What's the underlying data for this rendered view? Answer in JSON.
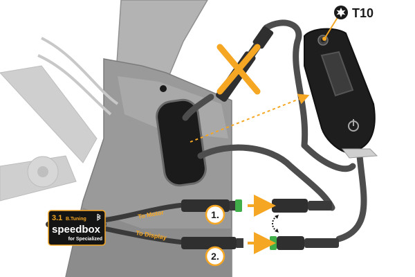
{
  "tool": {
    "label": "T10",
    "icon": "torx-star-icon"
  },
  "device": {
    "version": "3.1",
    "tuning": "B.Tuning",
    "brand": "speedbox",
    "subtitle": "for Specialized",
    "accent": "#f5a623"
  },
  "cables": {
    "motor_label": "To Motor",
    "display_label": "To Display"
  },
  "steps": [
    {
      "number": "1."
    },
    {
      "number": "2."
    }
  ],
  "colors": {
    "frame": "#9a9a9a",
    "frame_light": "#c4c4c4",
    "cable": "#4d4d4d",
    "connector": "#2f2f2f",
    "green_ring": "#3fae49",
    "orange": "#f5a623",
    "display": "#1e1e1e"
  }
}
